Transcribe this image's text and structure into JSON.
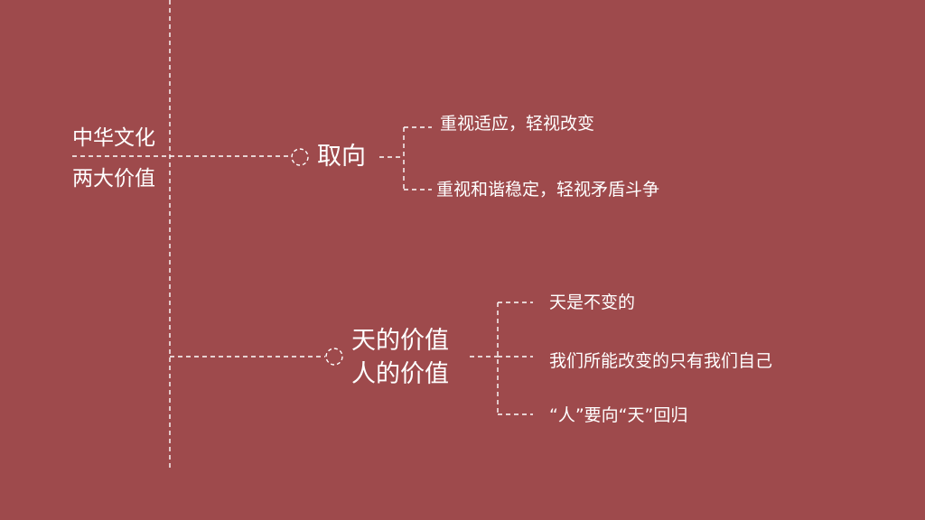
{
  "root": {
    "line1": "中华文化",
    "line2": "两大价值"
  },
  "branch_orientation": {
    "label": "取向",
    "items": [
      "重视适应，轻视改变",
      "重视和谐稳定，轻视矛盾斗争"
    ]
  },
  "branch_values": {
    "line1": "天的价值",
    "line2": "人的价值",
    "items": [
      "天是不变的",
      "我们所能改变的只有我们自己",
      "“人”要向“天”回归"
    ]
  }
}
